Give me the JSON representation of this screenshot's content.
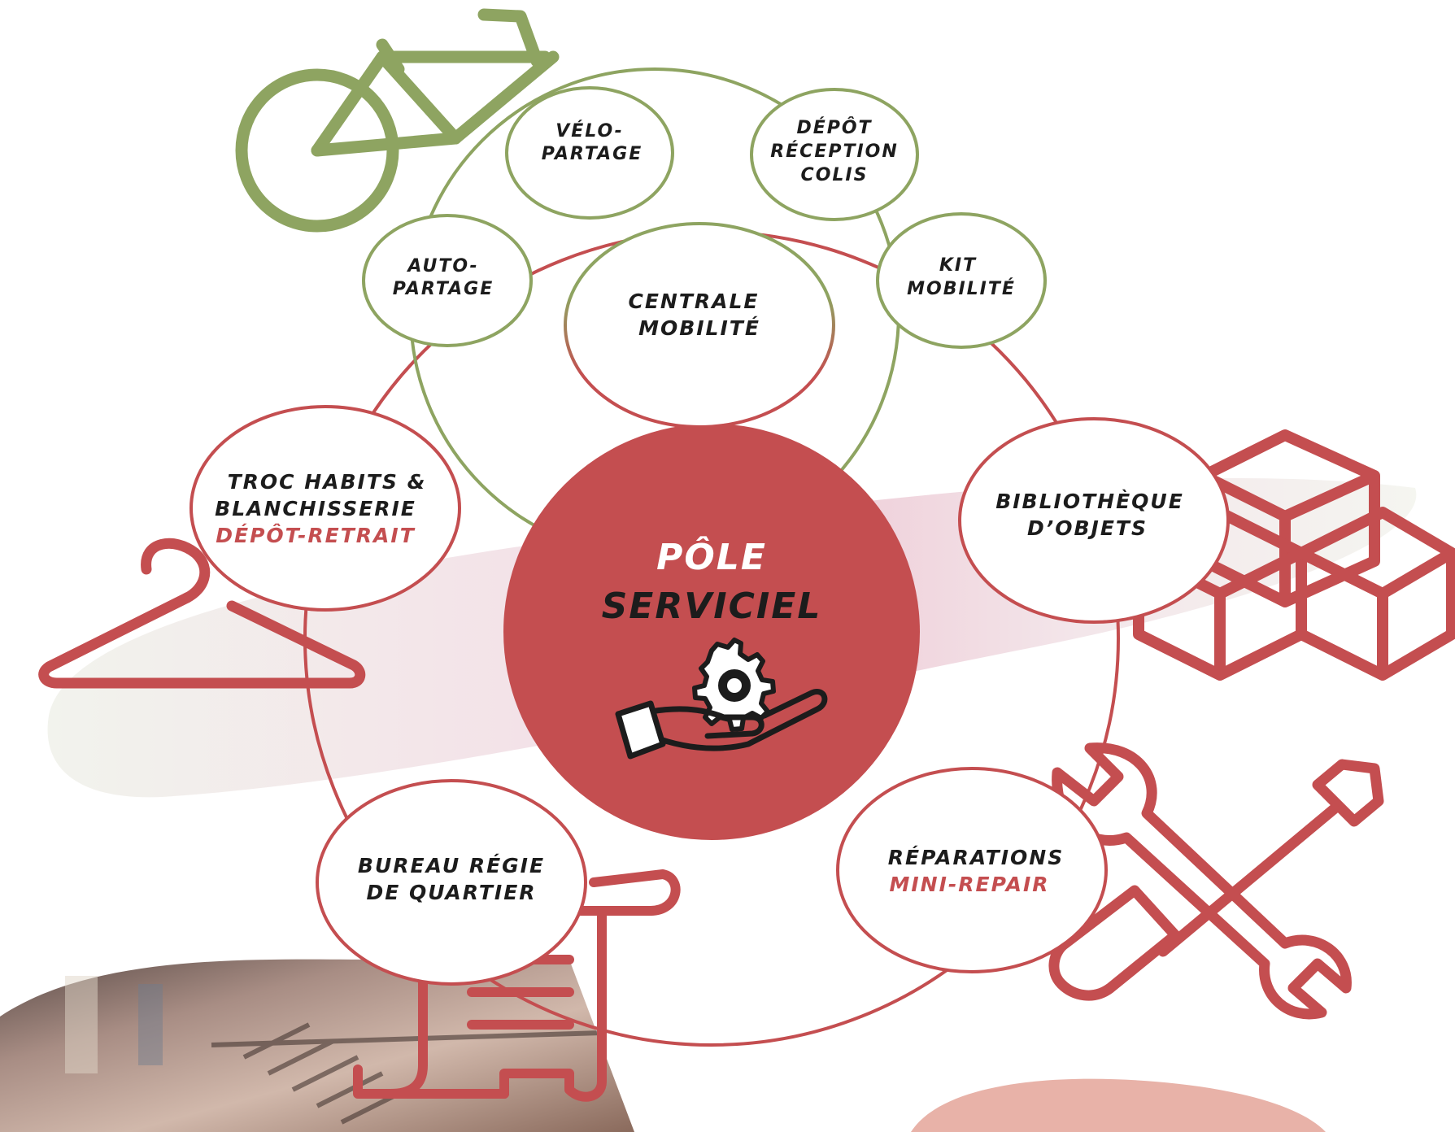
{
  "colors": {
    "red": "#c44e50",
    "green": "#8ea461",
    "text": "#1c1c1c",
    "center_text": "#ffffff",
    "mauve_glow": "#f3d9e1",
    "photo_blob": "#c89589",
    "salmon_blob": "#e8b2a8"
  },
  "center": {
    "line1": "PÔLE",
    "line2": "SERVICIEL",
    "icon": "hand-gear-icon"
  },
  "mobility": {
    "hub": {
      "line1": "CENTRALE",
      "line2": "MOBILITÉ"
    },
    "velo": {
      "line1": "VÉLO-",
      "line2": "PARTAGE"
    },
    "depot": {
      "line1": "DÉPÔT",
      "line2": "RÉCEPTION",
      "line3": "COLIS"
    },
    "auto": {
      "line1": "AUTO-",
      "line2": "PARTAGE"
    },
    "kit": {
      "line1": "KIT",
      "line2": "MOBILITÉ"
    },
    "icon": "bicycle-icon"
  },
  "services": {
    "troc": {
      "line1": "TROC HABITS &",
      "line2": "BLANCHISSERIE",
      "line3": "DÉPÔT-RETRAIT",
      "icon": "clothes-hanger-icon"
    },
    "biblio": {
      "line1": "BIBLIOTHÈQUE",
      "line2": "D’OBJETS",
      "icon": "boxes-icon"
    },
    "bureau": {
      "line1": "BUREAU RÉGIE",
      "line2": "DE QUARTIER",
      "icon": "scroll-document-icon"
    },
    "repar": {
      "line1": "RÉPARATIONS",
      "line2": "MINI-REPAIR",
      "icon": "wrench-screwdriver-icon"
    }
  }
}
